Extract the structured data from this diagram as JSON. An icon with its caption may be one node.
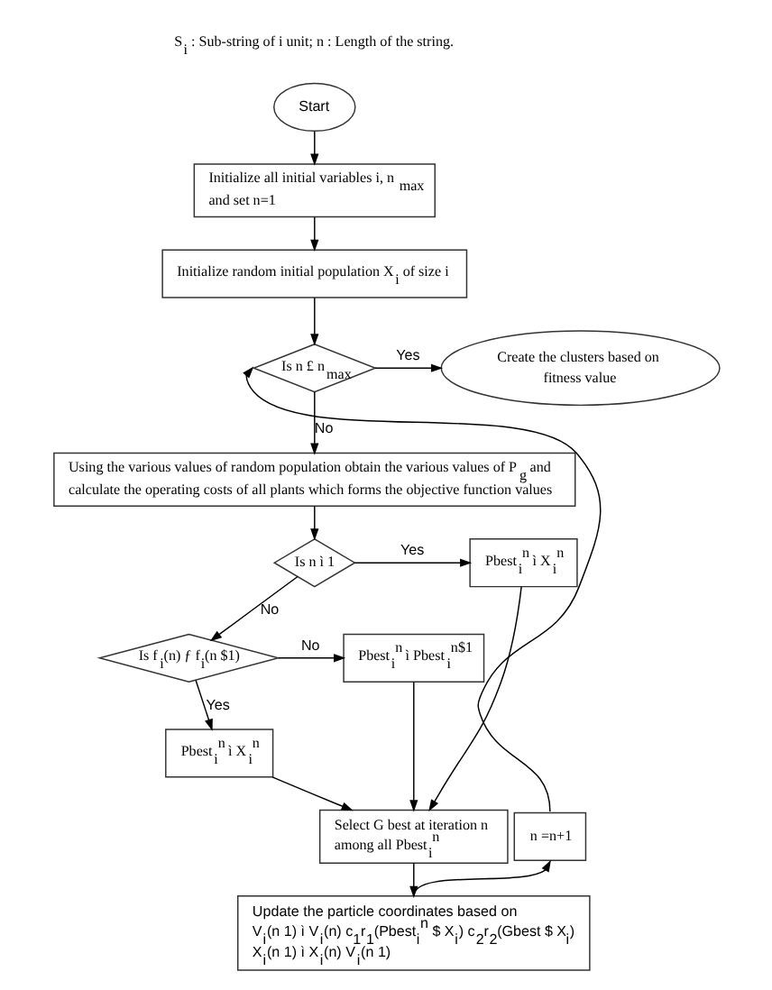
{
  "diagram": {
    "nodes": [
      {
        "text": [
          "Start"
        ]
      },
      {
        "text": [
          "Initialize all initial variables i, n$_{max}$ and set n=1"
        ]
      },
      {
        "text": [
          "Initialize random initial population X$_{i}$ of size i"
        ]
      },
      {
        "text": [
          "Is n £ n$_{max}$"
        ]
      },
      {
        "text": [
          "Create the clusters based on fitness value"
        ]
      },
      {
        "text": [
          "Using the various values of random population obtain the various values of P$_{g}$ and calculate the operating costs of all plants which forms the objective function values"
        ]
      },
      {
        "text": [
          "Is n ì 1"
        ]
      },
      {
        "text": [
          "Pbest$_{i}$$^{n}$ ì X$_{i}$$^{n}$"
        ]
      },
      {
        "text": [
          "Is f$_{i}$(n) ƒ f$_{i}$(n $1)"
        ]
      },
      {
        "text": [
          "Pbest$_{i}$$^{n}$ ì Pbest$_{i}$$^{n$1}$"
        ]
      },
      {
        "text": [
          "n =n+1"
        ]
      },
      {
        "text": [
          "Pbest$_{i}$$^{n}$ ì X$_{i}$$^{n}$"
        ]
      },
      {
        "text": [
          "Select G best at iteration n among all Pbest$_{i}$$^{n}$"
        ]
      },
      {
        "text": [
          "Update the particle coordinates based on",
          "V$_{i}$(n 1) ì V$_{i}$(n) c$_{1}$r$_{1}$(Pbest$_{i}$$^{n}$ $ X$_{i}$) c$_{2}$r$_{2}$(Gbest $ X$_{i}$)",
          "X$_{i}$(n 1) ì X$_{i}$(n) V$_{i}$(n 1)"
        ]
      }
    ],
    "edges": [
      {
        "from": 0,
        "to": 1,
        "arrow": "to"
      },
      {
        "from": 1,
        "to": 2,
        "arrow": "to"
      },
      {
        "from": 2,
        "to": 3,
        "arrow": "to"
      },
      {
        "from": 3,
        "to": 4,
        "arrow": "to",
        "label": "Yes"
      },
      {
        "from": 3,
        "to": 5,
        "arrow": "to",
        "label": "No"
      },
      {
        "from": 5,
        "to": 6,
        "arrow": "to"
      },
      {
        "from": 6,
        "to": 7,
        "arrow": "to",
        "label": "Yes"
      },
      {
        "from": 6,
        "to": 8,
        "arrow": "to",
        "label": "No"
      },
      {
        "from": 8,
        "to": 9,
        "arrow": "to",
        "label": "No"
      },
      {
        "from": 8,
        "to": 11,
        "arrow": "to",
        "label": "Yes"
      },
      {
        "from": 7,
        "to": 12,
        "arrow": "to"
      },
      {
        "from": 9,
        "to": 12,
        "arrow": "to"
      },
      {
        "from": 11,
        "to": 12,
        "arrow": "to"
      },
      {
        "from": 12,
        "to": 13,
        "arrow": "to"
      },
      {
        "from": 13,
        "to": 10,
        "arrow": "to"
      },
      {
        "from": 10,
        "to": 3,
        "arrow": "to"
      }
    ],
    "labels": [
      "S$_{i}$ : Sub-string of i unit; n : Length of the string."
    ]
  }
}
